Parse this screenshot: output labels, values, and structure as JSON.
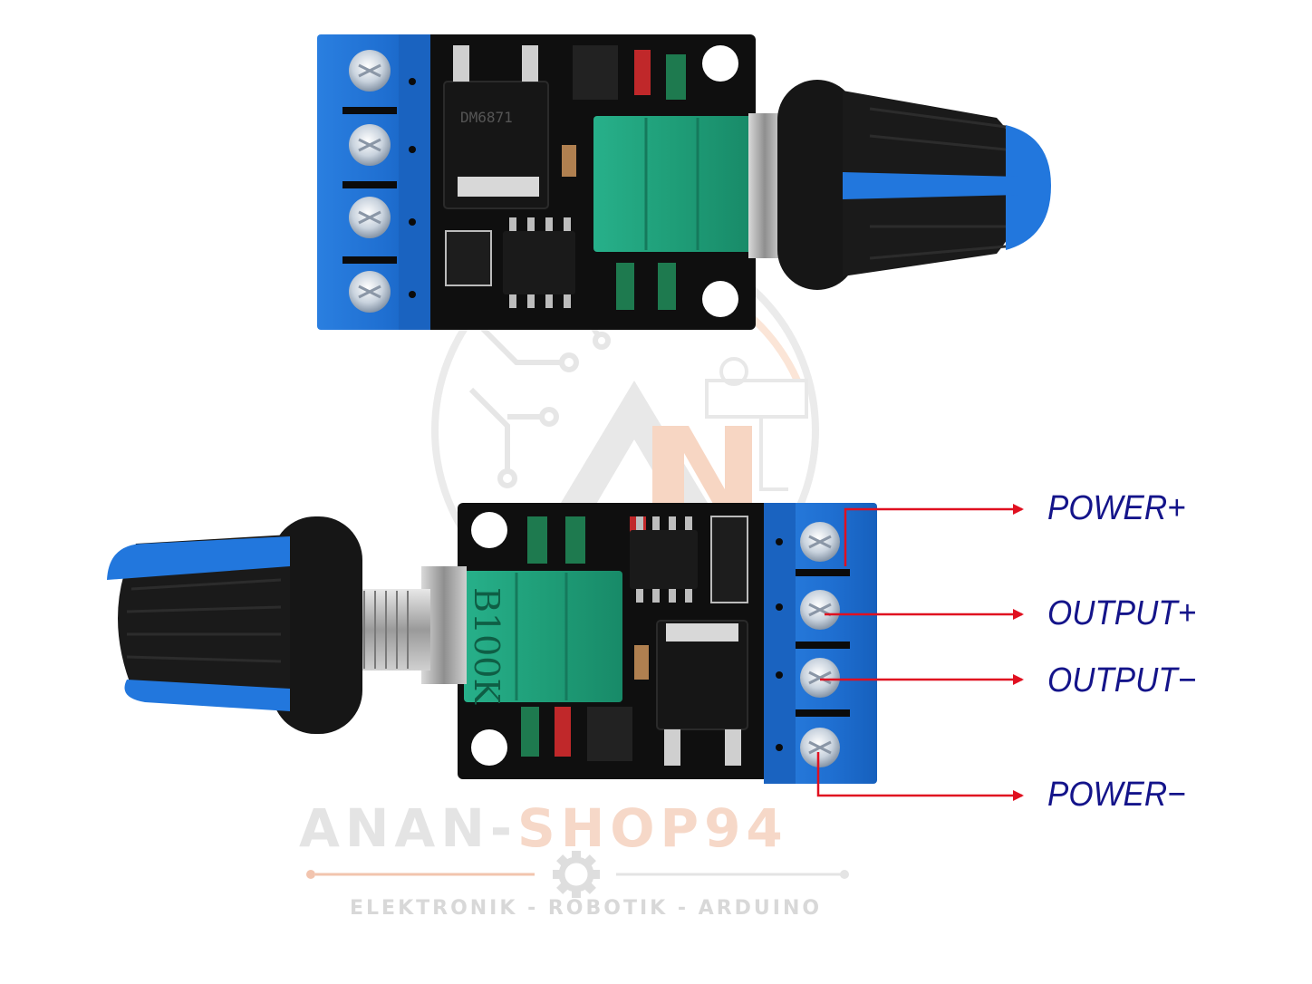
{
  "labels": {
    "power_plus": "POWER+",
    "output_plus": "OUTPUT+",
    "output_minus": "OUTPUT−",
    "power_minus": "POWER−"
  },
  "potentiometer_marking": "B100K",
  "chip_marking": "DM6871",
  "watermark": {
    "brand_part1": "ANAN-",
    "brand_part2": "SHOP94",
    "tagline": "ELEKTRONIK - ROBOTIK - ARDUINO",
    "logo_letters": "AN"
  },
  "colors": {
    "pcb": "#0f0f0f",
    "terminal_blue": "#1f6fd1",
    "pot_green": "#1f9e78",
    "knob_black": "#161616",
    "knob_blue": "#2277dd",
    "arrow_red": "#e01020",
    "label_navy": "#14148a"
  }
}
